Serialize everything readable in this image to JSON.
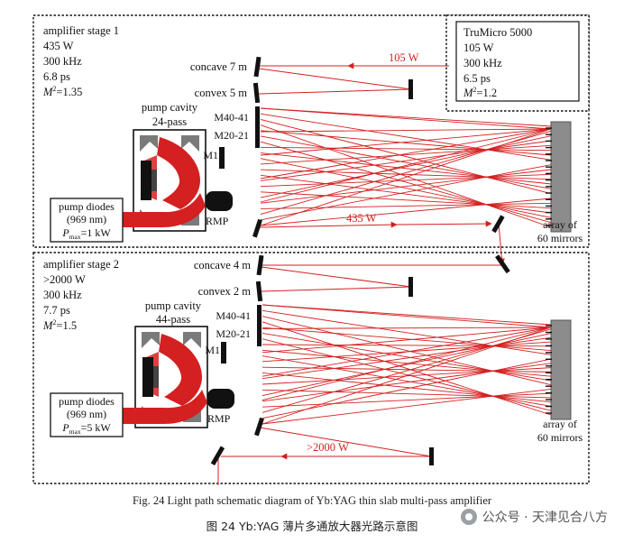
{
  "stage1": {
    "title": "amplifier stage 1",
    "power": "435 W",
    "rep_rate": "300 kHz",
    "pulse": "6.8 ps",
    "m2": "=1.35",
    "cavity_line1": "pump cavity",
    "cavity_line2": "24-pass",
    "concave": "concave 7 m",
    "convex": "convex 5 m",
    "m40": "M40-41",
    "m20": "M20-21",
    "m1": "M1",
    "rmp": "RMP",
    "beam_out": "435 W",
    "array_line1": "array of",
    "array_line2": "60 mirrors",
    "pump_line1": "pump diodes",
    "pump_line2": "(969 nm)",
    "pump_pmax": "=1 kW"
  },
  "seed": {
    "name": "TruMicro 5000",
    "power": "105 W",
    "rep_rate": "300 kHz",
    "pulse": "6.5 ps",
    "m2": "=1.2",
    "beam_in": "105 W"
  },
  "stage2": {
    "title": "amplifier stage 2",
    "power": ">2000 W",
    "rep_rate": "300 kHz",
    "pulse": "7.7 ps",
    "m2": "=1.5",
    "cavity_line1": "pump cavity",
    "cavity_line2": "44-pass",
    "concave": "concave 4 m",
    "convex": "convex 2 m",
    "m40": "M40-41",
    "m20": "M20-21",
    "m1": "M1",
    "rmp": "RMP",
    "beam_out": ">2000 W",
    "array_line1": "array of",
    "array_line2": "60 mirrors",
    "pump_line1": "pump diodes",
    "pump_line2": "(969 nm)",
    "pump_pmax": "=5 kW"
  },
  "symbols": {
    "m2_letter": "M",
    "m2_sup": "2",
    "pmax_letter": "P",
    "pmax_sub": "max"
  },
  "caption": {
    "english": "Fig. 24    Light path schematic diagram of Yb:YAG thin slab multi-pass amplifier",
    "chinese": "图 24   Yb:YAG 薄片多通放大器光路示意图"
  },
  "watermark": "公众号 · 天津见合八方",
  "colors": {
    "beam": "#d42020",
    "frame": "#111111",
    "array": "#8c8c8c"
  }
}
